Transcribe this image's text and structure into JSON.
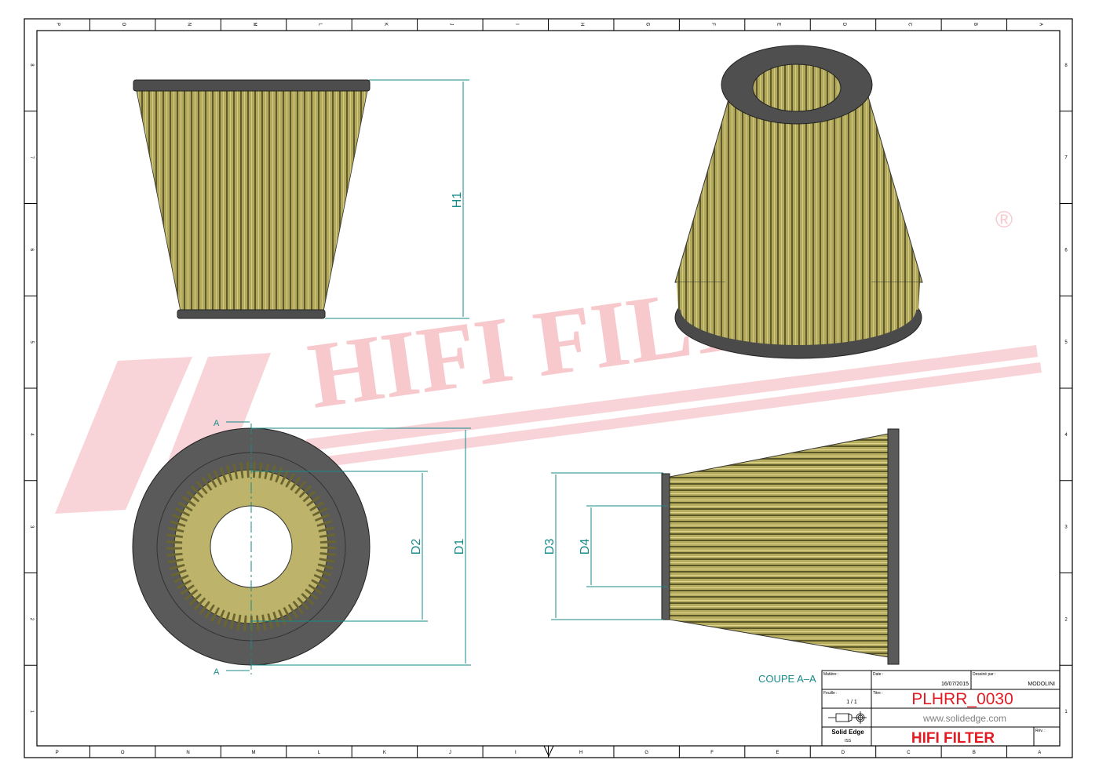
{
  "border": {
    "columns_top": [
      "P",
      "O",
      "N",
      "M",
      "L",
      "K",
      "J",
      "I",
      "H",
      "G",
      "F",
      "E",
      "D",
      "C",
      "B",
      "A"
    ],
    "columns_bottom": [
      "P",
      "O",
      "N",
      "M",
      "L",
      "K",
      "J",
      "I",
      "H",
      "G",
      "F",
      "E",
      "D",
      "C",
      "B",
      "A"
    ],
    "rows": [
      "8",
      "7",
      "6",
      "5",
      "4",
      "3",
      "2",
      "1"
    ]
  },
  "dimensions": {
    "h1": "H1",
    "d1": "D1",
    "d2": "D2",
    "d3": "D3",
    "d4": "D4",
    "section_mark": "A"
  },
  "section_label": "COUPE A–A",
  "watermark": {
    "text": "HIFI FILTER",
    "registered": "®"
  },
  "title_block": {
    "material_label": "Matière :",
    "date_label": "Date :",
    "date": "16/07/2015",
    "drawn_by_label": "Dessiné par :",
    "drawn_by": "MODOLINI",
    "sheet_label": "Feuille :",
    "sheet": "1 / 1",
    "title_label": "Titre :",
    "title": "PLHRR_0030",
    "website": "www.solidedge.com",
    "software": "Solid Edge",
    "software_sub": "ISS",
    "company": "HIFI FILTER",
    "rev_label": "Rév. :"
  },
  "colors": {
    "dim": "#1a8a8a",
    "red": "#e31b23",
    "filter_media": "#a9a154",
    "rubber": "#5a5a5a",
    "watermark": "#f6c8cc"
  }
}
